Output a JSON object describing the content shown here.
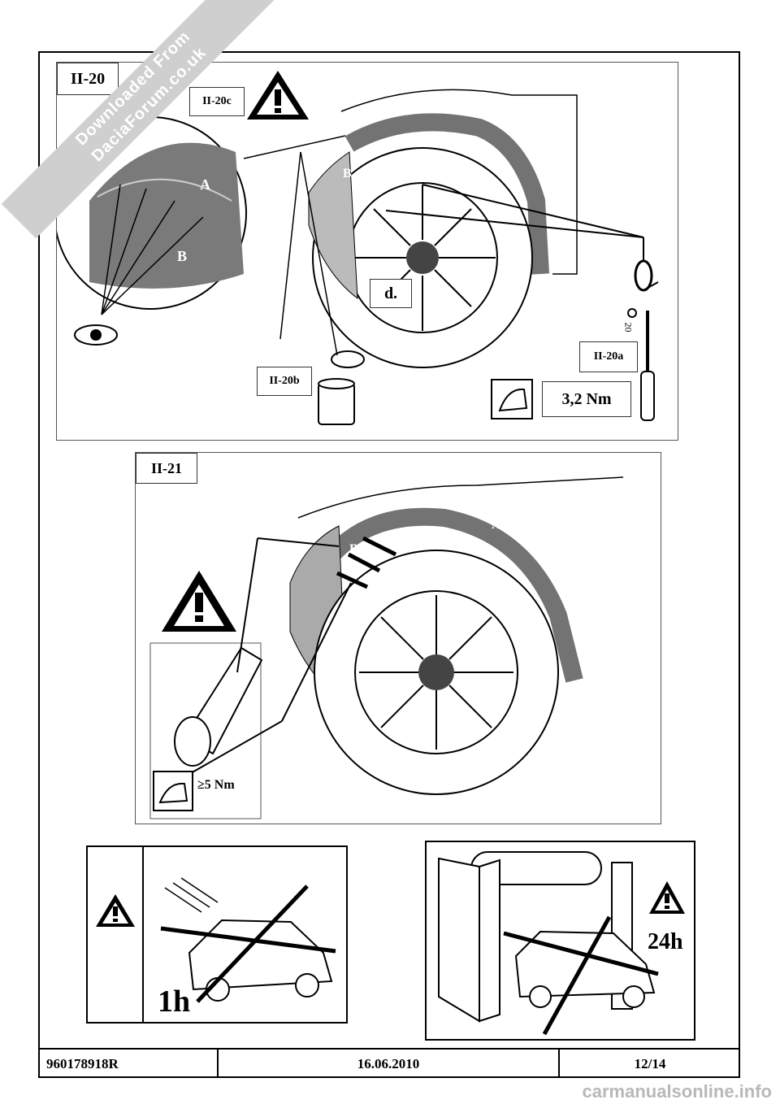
{
  "watermark": {
    "line1": "Downloaded From",
    "line2": "DaciaForum.co.uk"
  },
  "figure_1": {
    "label": "II-20",
    "sub_c": "II-20c",
    "sub_b": "II-20b",
    "sub_a": "II-20a",
    "part_a": "A",
    "part_b": "B",
    "detail_d": "d.",
    "torque": "3,2 Nm",
    "tool": "20",
    "icons": [
      "warning-icon",
      "eye-icon",
      "torque-icon",
      "screwdriver-icon",
      "rotate-icon"
    ]
  },
  "figure_2": {
    "label": "II-21",
    "part_a": "A",
    "part_b": "B",
    "torque": "≥5 Nm",
    "icons": [
      "warning-icon",
      "torque-icon"
    ]
  },
  "notice_left": {
    "duration": "1h",
    "icons": [
      "warning-icon",
      "no-driving-icon"
    ]
  },
  "notice_right": {
    "duration": "24h",
    "icons": [
      "warning-icon",
      "no-car-wash-icon"
    ]
  },
  "footer": {
    "reference": "960178918R",
    "date": "16.06.2010",
    "page": "12/14"
  },
  "site_mark": "carmanualsonline.info"
}
